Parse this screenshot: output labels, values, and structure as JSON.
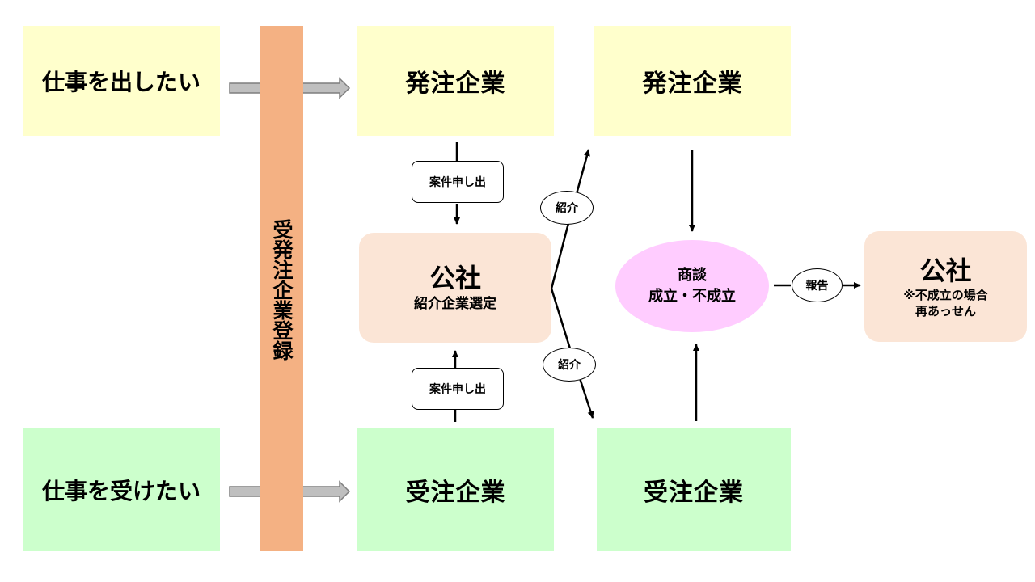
{
  "left": {
    "want_to_order": "仕事を出したい",
    "want_to_receive": "仕事を受けたい"
  },
  "registration_bar": "受発注企業登録",
  "ordering_company_1": "発注企業",
  "ordering_company_2": "発注企業",
  "receiving_company_1": "受注企業",
  "receiving_company_2": "受注企業",
  "corp_center": {
    "title": "公社",
    "subtitle": "紹介企業選定"
  },
  "request_top": "案件申し出",
  "request_bottom": "案件申し出",
  "intro_top": "紹介",
  "intro_bottom": "紹介",
  "deal": {
    "line1": "商談",
    "line2": "成立・不成立"
  },
  "report": "報告",
  "corp_right": {
    "title": "公社",
    "note1": "※不成立の場合",
    "note2": "再あっせん"
  },
  "colors": {
    "yellow": "#ffffcc",
    "green": "#ccffcc",
    "peach": "#fbe5d6",
    "bar": "#f4b183",
    "deal": "#ffccff"
  }
}
